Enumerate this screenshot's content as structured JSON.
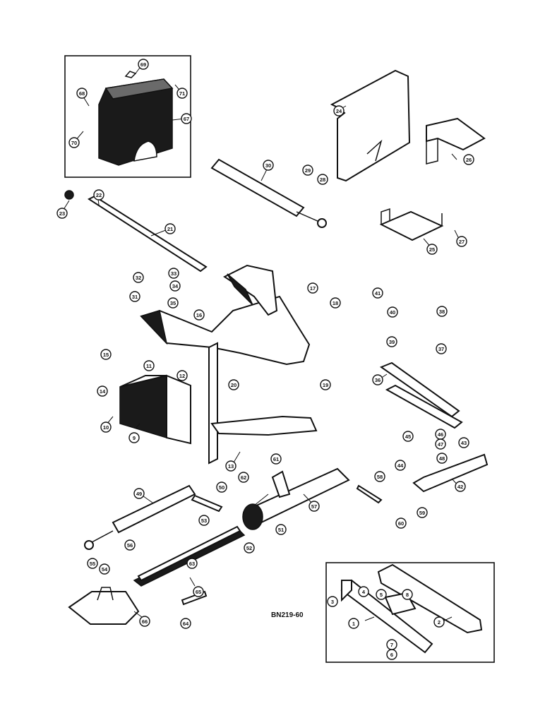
{
  "drawing_code": "BN219-60",
  "callouts": [
    "1",
    "2",
    "3",
    "4",
    "5",
    "6",
    "7",
    "8",
    "9",
    "10",
    "11",
    "12",
    "13",
    "14",
    "15",
    "16",
    "17",
    "18",
    "19",
    "20",
    "21",
    "22",
    "23",
    "24",
    "25",
    "26",
    "27",
    "28",
    "29",
    "30",
    "31",
    "32",
    "33",
    "34",
    "35",
    "36",
    "37",
    "38",
    "39",
    "40",
    "41",
    "42",
    "43",
    "44",
    "45",
    "46",
    "47",
    "48",
    "49",
    "50",
    "51",
    "52",
    "53",
    "54",
    "55",
    "56",
    "57",
    "58",
    "59",
    "60",
    "61",
    "62",
    "63",
    "64",
    "65",
    "66",
    "67",
    "68",
    "69",
    "70",
    "71"
  ]
}
